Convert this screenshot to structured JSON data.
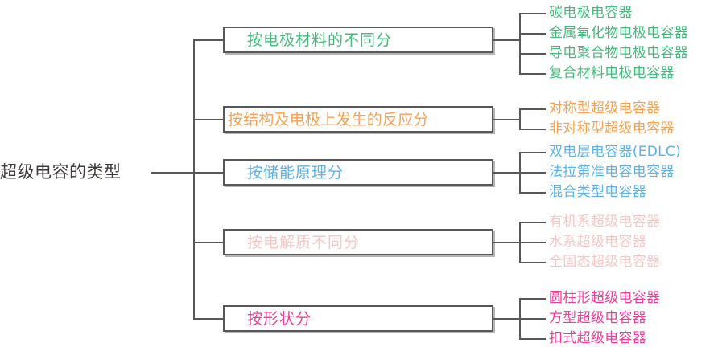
{
  "root": {
    "label": "超级电容的类型",
    "color": "#3e3a39"
  },
  "colors": {
    "line": "#595757",
    "green": "#43b97a",
    "orange": "#f5a252",
    "blue": "#5cb3e8",
    "pink": "#f6c6c4",
    "magenta": "#ee3d96"
  },
  "branches": [
    {
      "label": "按电极材料的不同分",
      "color": "#43b97a",
      "leaves": [
        "碳电极电容器",
        "金属氧化物电极电容器",
        "导电聚合物电极电容器",
        "复合材料电极电容器"
      ]
    },
    {
      "label": "按结构及电极上发生的反应分",
      "color": "#f5a252",
      "leaves": [
        "对称型超级电容器",
        "非对称型超级电容器"
      ]
    },
    {
      "label": "按储能原理分",
      "color": "#5cb3e8",
      "leaves": [
        "双电层电容器(EDLC)",
        "法拉第准电容电容器",
        "混合类型电容器"
      ]
    },
    {
      "label": "按电解质不同分",
      "color": "#f6c6c4",
      "leaves": [
        "有机系超级电容器",
        "水系超级电容器",
        "全固态超级电容器"
      ]
    },
    {
      "label": "按形状分",
      "color": "#ee3d96",
      "leaves": [
        "圆柱形超级电容器",
        "方型超级电容器",
        "扣式超级电容器"
      ]
    }
  ]
}
